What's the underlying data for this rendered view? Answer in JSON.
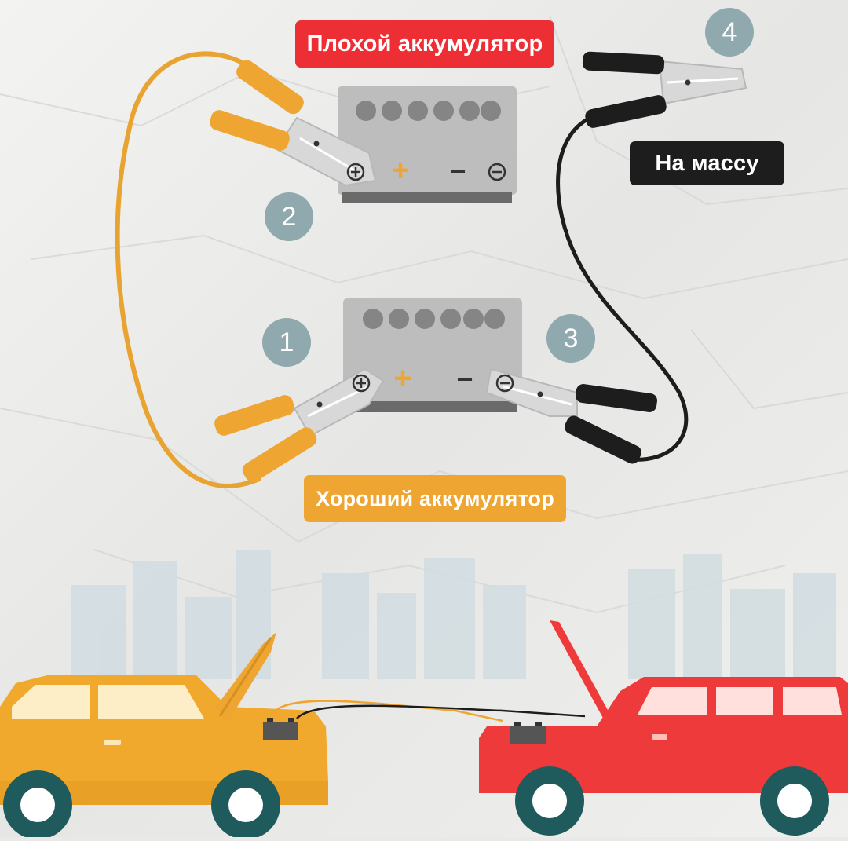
{
  "labels": {
    "bad_battery": "Плохой аккумулятор",
    "good_battery": "Хороший аккумулятор",
    "ground": "На массу"
  },
  "steps": [
    "1",
    "2",
    "3",
    "4"
  ],
  "battery_marks": {
    "plus": "+",
    "minus": "−"
  },
  "colors": {
    "red": "#ee2e35",
    "orange": "#efa531",
    "black": "#1d1d1d",
    "step_circle": "#8fa9ae",
    "battery": "#b9b9b9",
    "battery_cell": "#838383",
    "yellow_car": "#f0a92d",
    "red_car": "#ee3a3a",
    "wheel": "#1f5a5d"
  }
}
